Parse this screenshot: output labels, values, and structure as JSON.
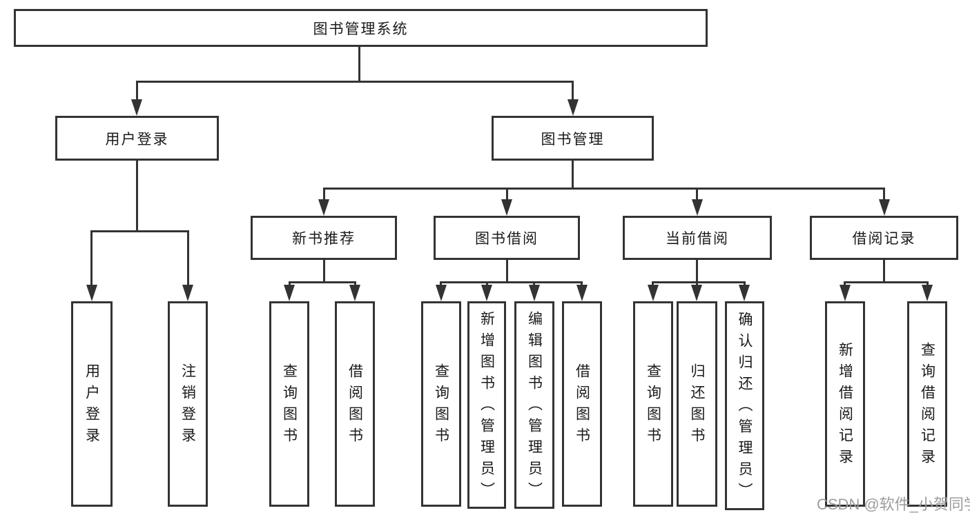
{
  "colors": {
    "line": "#333333",
    "text": "#1a1a1a",
    "watermark": "#9c9c9c",
    "bg": "#ffffff"
  },
  "nodes": {
    "root": "图书管理系统",
    "user_login": "用户登录",
    "book_mgmt": "图书管理",
    "new_book_rec": "新书推荐",
    "book_borrow": "图书借阅",
    "current_borrow": "当前借阅",
    "borrow_records": "借阅记录",
    "leaf_user_login": "用户登录",
    "leaf_logout": "注销登录",
    "leaf_query_book_1": "查询图书",
    "leaf_borrow_book_1": "借阅图书",
    "leaf_query_book_2": "查询图书",
    "leaf_add_book_admin": "新增图书（管理员）",
    "leaf_edit_book_admin": "编辑图书（管理员）",
    "leaf_borrow_book_2": "借阅图书",
    "leaf_query_book_3": "查询图书",
    "leaf_return_book": "归还图书",
    "leaf_confirm_return_admin": "确认归还（管理员）",
    "leaf_add_borrow_record": "新增借阅记录",
    "leaf_query_borrow_record": "查询借阅记录"
  },
  "watermark": "CSDN @软件_小贺同学"
}
